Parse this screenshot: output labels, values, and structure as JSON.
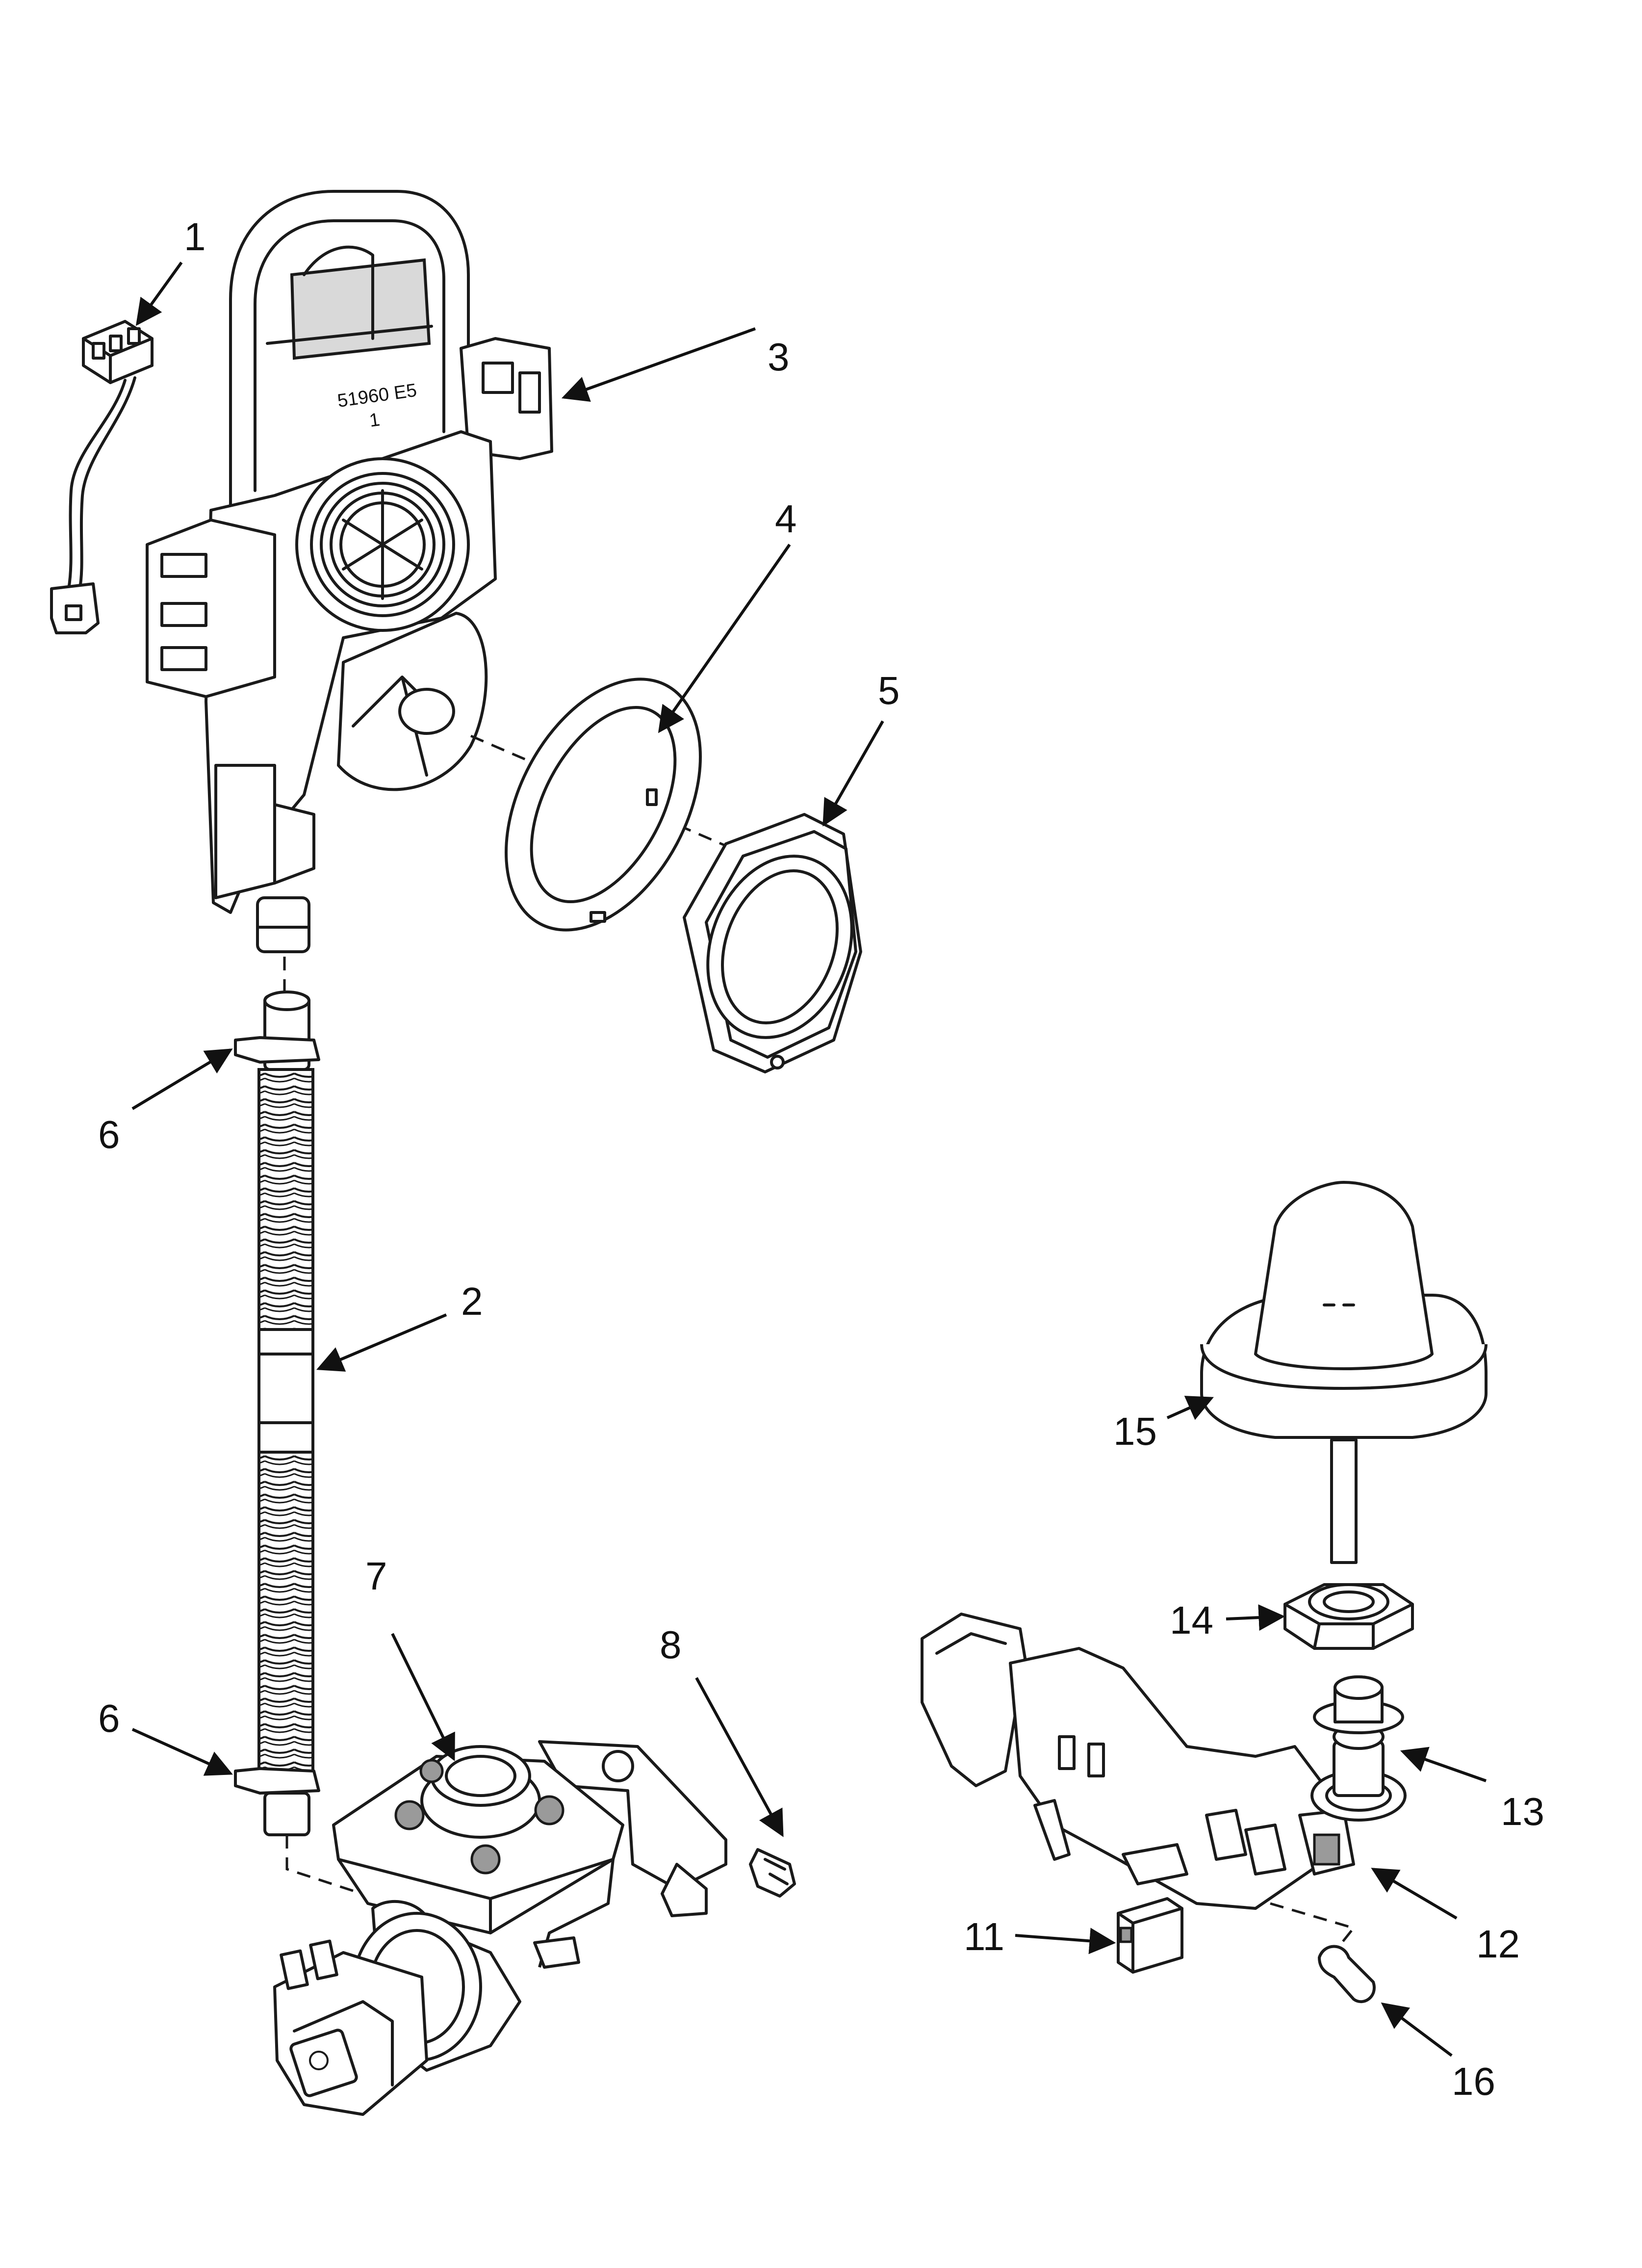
{
  "callouts": {
    "c1": "1",
    "c2": "2",
    "c3": "3",
    "c4": "4",
    "c5": "5",
    "c6a": "6",
    "c6b": "6",
    "c7": "7",
    "c8": "8",
    "c11": "11",
    "c12": "12",
    "c13": "13",
    "c14": "14",
    "c15": "15",
    "c16": "16"
  },
  "part_markings": {
    "housing_code": "51960 E5",
    "housing_sub": "1"
  }
}
